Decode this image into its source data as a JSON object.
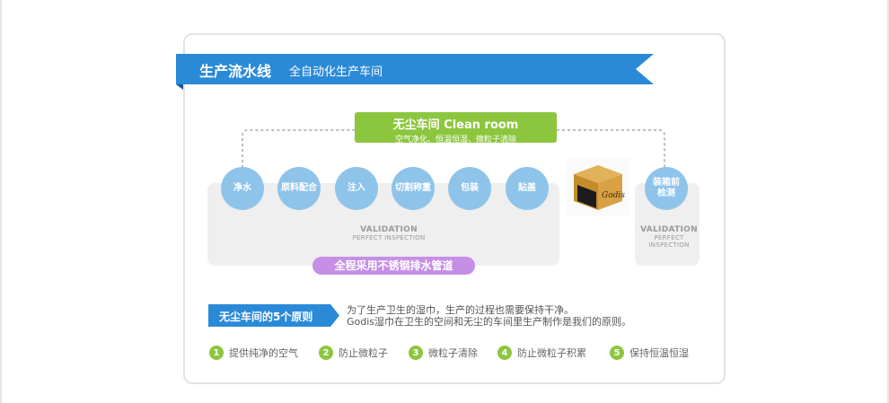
{
  "banner": {
    "title": "生产流水线",
    "subtitle": "全自动化生产车间",
    "color": "#2b8ad8"
  },
  "clean_room": {
    "title": "无尘车间 Clean room",
    "subtitle": "空气净化、恒温恒湿、微粒子清除",
    "color": "#8cc63e"
  },
  "process_steps": [
    {
      "label": "净水"
    },
    {
      "label": "原料配合"
    },
    {
      "label": "注入"
    },
    {
      "label": "切割称重"
    },
    {
      "label": "包装"
    },
    {
      "label": "贴盖"
    }
  ],
  "final_step": {
    "label_line1": "装箱前",
    "label_line2": "检测"
  },
  "validation_main": {
    "title": "VALIDATION",
    "subtitle": "PERFECT INSPECTION"
  },
  "validation_right": {
    "title": "VALIDATION",
    "subtitle_line1": "PERFECT",
    "subtitle_line2": "INSPECTION"
  },
  "pipe_note": {
    "text": "全程采用不锈钢排水管道",
    "color": "#c58fe6"
  },
  "product": {
    "logo_text": "Godis",
    "icon": "carton-box-icon"
  },
  "principles": {
    "heading": "无尘车间的5个原则",
    "description_line1": "为了生产卫生的湿巾，生产的过程也需要保持干净。",
    "description_line2": "Godis湿巾在卫生的空间和无尘的车间里生产制作是我们的原则。",
    "items": [
      {
        "number": "1",
        "text": "提供纯净的空气"
      },
      {
        "number": "2",
        "text": "防止微粒子"
      },
      {
        "number": "3",
        "text": "微粒子清除"
      },
      {
        "number": "4",
        "text": "防止微粒子积累"
      },
      {
        "number": "5",
        "text": "保持恒温恒湿"
      }
    ]
  }
}
